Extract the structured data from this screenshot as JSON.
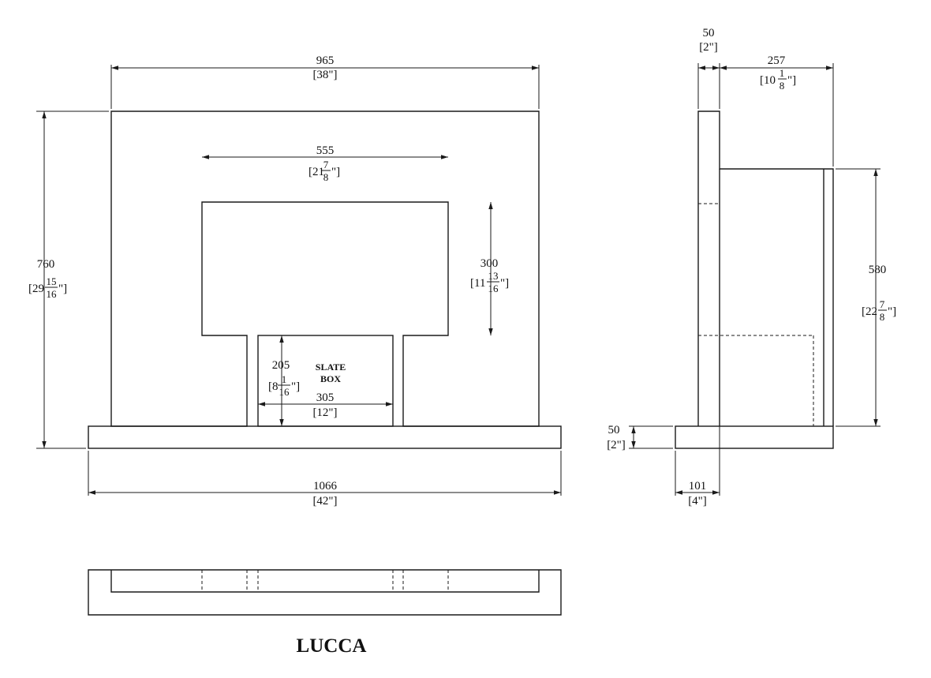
{
  "title": "LUCCA",
  "slate_box_line1": "SLATE",
  "slate_box_line2": "BOX",
  "dims": {
    "w965": "965",
    "w965_in": "[38\"]",
    "w555": "555",
    "w555_whole": "[21",
    "w555_num": "7",
    "w555_den": "8",
    "w555_close": "\"]",
    "h760": "760",
    "h760_whole": "[29",
    "h760_num": "15",
    "h760_den": "16",
    "h760_close": "\"]",
    "h300": "300",
    "h300_whole": "[11",
    "h300_num": "13",
    "h300_den": "16",
    "h300_close": "\"]",
    "h205": "205",
    "h205_whole": "[8",
    "h205_num": "1",
    "h205_den": "16",
    "h205_close": "\"]",
    "w305": "305",
    "w305_in": "[12\"]",
    "w1066": "1066",
    "w1066_in": "[42\"]",
    "d50": "50",
    "d50_in": "[2\"]",
    "d257": "257",
    "d257_whole": "[10",
    "d257_num": "1",
    "d257_den": "8",
    "d257_close": "\"]",
    "h580": "580",
    "h580_whole": "[22",
    "h580_num": "7",
    "h580_den": "8",
    "h580_close": "\"]",
    "h50": "50",
    "h50_in": "[2\"]",
    "d101": "101",
    "d101_in": "[4\"]"
  }
}
